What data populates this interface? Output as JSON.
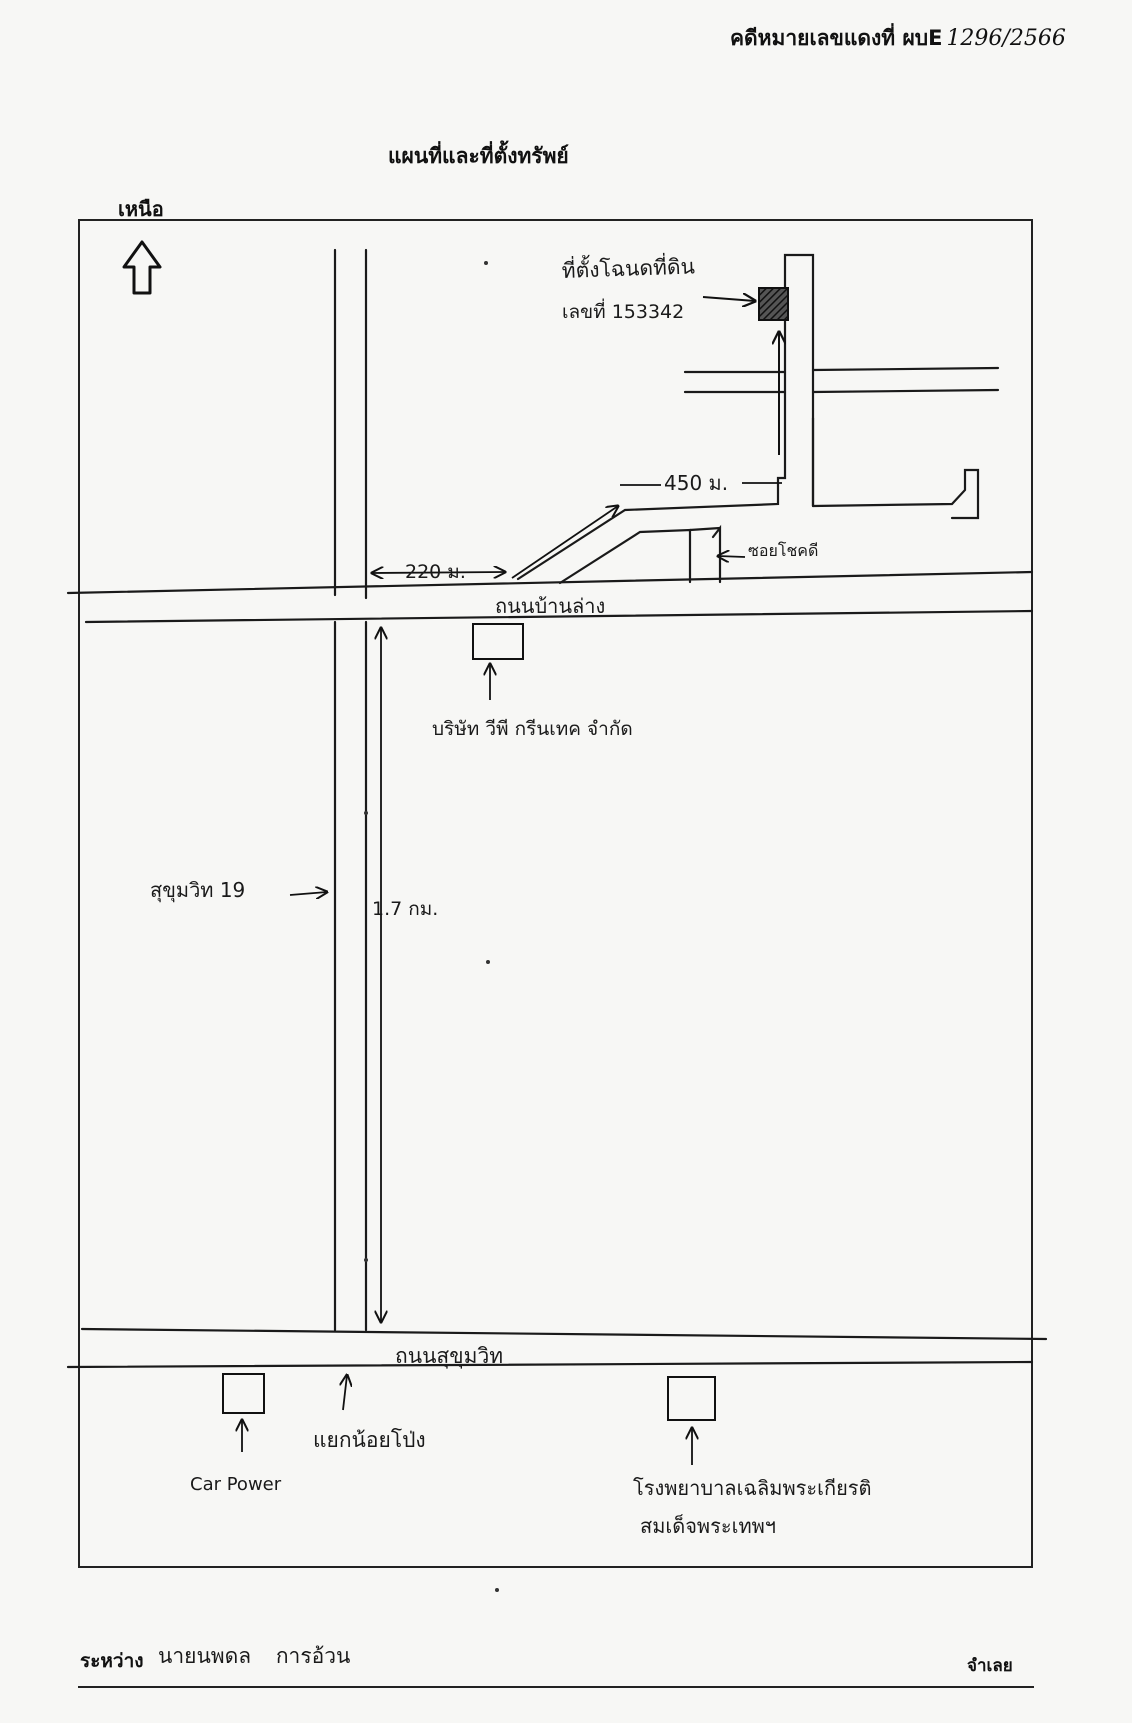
{
  "header": {
    "case_number_label": "คดีหมายเลขแดงที่ ผบE",
    "case_number_value": "1296/2566",
    "title": "แผนที่และที่ตั้งทรัพย์"
  },
  "compass": {
    "label": "เหนือ",
    "icon": "north-arrow-icon"
  },
  "map": {
    "target_property": {
      "label_line1": "ที่ตั้งโฉนดที่ดิน",
      "label_line2": "เลขที่ 153342"
    },
    "distances": {
      "d_220": "220 ม.",
      "d_450": "450 ม.",
      "d_17km": "1.7 กม."
    },
    "roads": {
      "ban_lang": "ถนนบ้านล่าง",
      "soi_chokdee": "ซอยโชคดี",
      "sukhumvit_19": "สุขุมวิท 19",
      "sukhumvit_road": "ถนนสุขุมวิท",
      "intersection": "แยกน้อยโป่ง"
    },
    "landmarks": {
      "company": "บริษัท วีพี กรีนเทค จำกัด",
      "car_power": "Car Power",
      "hospital_line1": "โรงพยาบาลเฉลิมพระเกียรติ",
      "hospital_line2": "สมเด็จพระเทพฯ"
    }
  },
  "footer": {
    "between_label": "ระหว่าง",
    "parties": "นายนพดล การอ้วน",
    "defendant_label": "จำเลย"
  }
}
